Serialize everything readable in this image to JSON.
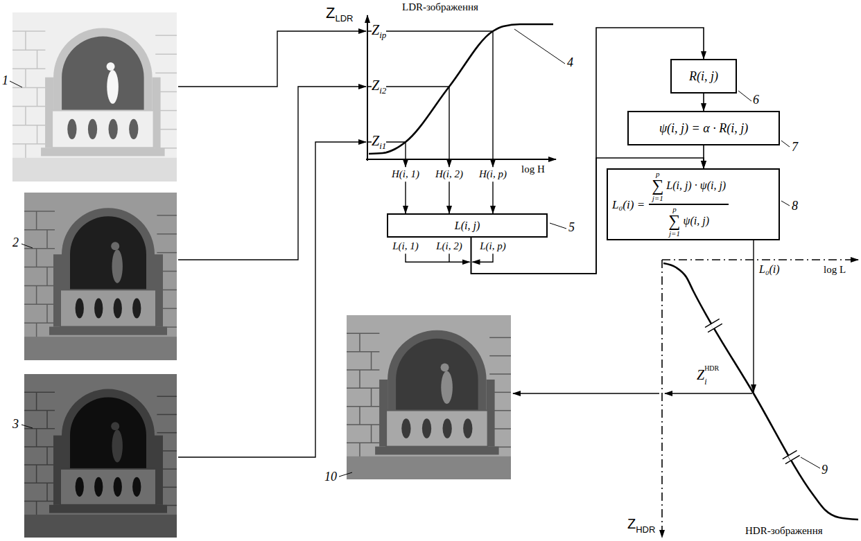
{
  "diagram": {
    "nodes": [
      {
        "text": [
          "L(i, j)"
        ]
      },
      {
        "text": [
          "R(i, j)"
        ]
      },
      {
        "text": [
          "ψ(i, j) = α · R(i, j)"
        ]
      },
      {
        "text": [
          "L₀(i) =",
          "p",
          "∑",
          "j=1",
          "L(i, j) · ψ(i, j)",
          "p",
          "∑",
          "j=1",
          "ψ(i, j)"
        ]
      }
    ],
    "edges": [
      {
        "from": 0,
        "to": 1,
        "arrow": "to"
      },
      {
        "from": 0,
        "to": 3,
        "arrow": "to"
      },
      {
        "from": 1,
        "to": 2,
        "arrow": "to"
      },
      {
        "from": 2,
        "to": 3,
        "arrow": "to"
      }
    ],
    "labels": [
      "1",
      "2",
      "3",
      "Z",
      "LDR",
      "LDR-зображення",
      "Z",
      "ip",
      "4",
      "Z",
      "i2",
      "Z",
      "i1",
      "H(i, 1)",
      "H(i, 2)",
      "log H",
      "H(i, p)",
      "5",
      "L(i, 1)",
      "L(i, 2)",
      "L(i, p)",
      "6",
      "7",
      "8",
      "log L",
      "L₀(i)",
      "Z",
      "HDR",
      "i",
      "9",
      "10",
      "Z",
      "HDR",
      "HDR-зображення"
    ]
  }
}
